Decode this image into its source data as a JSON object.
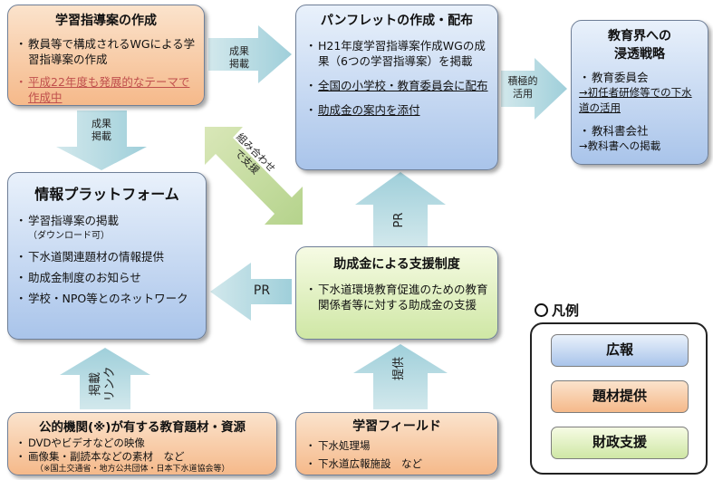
{
  "box_guideline": {
    "title": "学習指導案の作成",
    "items": [
      "教員等で構成されるWGによる学習指導案の作成",
      "平成22年度も発展的なテーマで作成中"
    ]
  },
  "box_pamphlet": {
    "title": "パンフレットの作成・配布",
    "items": [
      "H21年度学習指導案作成WGの成果（6つの学習指導案）を掲載",
      "全国の小学校・教育委員会に配布",
      "助成金の案内を添付"
    ]
  },
  "box_education": {
    "title_line1": "教育界への",
    "title_line2": "浸透戦略",
    "item1": "教育委員会",
    "item1_sub": "→初任者研修等での下水道の活用",
    "item2": "教科書会社",
    "item2_sub": "→教科書への掲載"
  },
  "box_platform": {
    "title": "情報プラットフォーム",
    "item1": "学習指導案の掲載",
    "item1_sub": "（ダウンロード可）",
    "item2": "下水道関連題材の情報提供",
    "item3": "助成金制度のお知らせ",
    "item4": "学校・NPO等とのネットワーク"
  },
  "box_subsidy": {
    "title": "助成金による支援制度",
    "items": [
      "下水道環境教育促進のための教育関係者等に対する助成金の支援"
    ]
  },
  "box_public": {
    "title": "公的機関(※)が有する教育題材・資源",
    "item1": "DVDやビデオなどの映像",
    "item2": "画像集・副読本などの素材　など",
    "note": "（※国土交通省・地方公共団体・日本下水道協会等）"
  },
  "box_field": {
    "title": "学習フィールド",
    "item1": "下水処理場",
    "item2": "下水道広報施設　など"
  },
  "arrow_labels": {
    "seika_keisai_1": "成果\n掲載",
    "seika_keisai_2": "成果\n掲載",
    "sekkyokuteki": "積極的\n活用",
    "kumiawase": "組み合わせ\nで支援",
    "pr_right": "PR",
    "pr_up": "PR",
    "keisai_link": "掲載\nリンク",
    "teikyo": "提供"
  },
  "legend": {
    "title": "凡例",
    "items": [
      "広報",
      "題材提供",
      "財政支援"
    ]
  },
  "colors": {
    "orange_box": "#f5b98a",
    "blue_box": "#a9c4ea",
    "green_box": "#cfe7a5",
    "arrow": "#a9d4de",
    "highlight": "#c0504d"
  }
}
